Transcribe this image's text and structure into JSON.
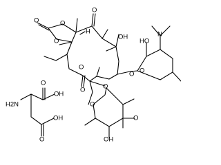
{
  "structure": {
    "main_molecule": {
      "atom_labels": {
        "carbonate_o1": "O",
        "carbonate_o2": "O",
        "carbonate_o3": "O",
        "ketone_o": "O",
        "lactone_ring_o": "O",
        "lactone_carbonyl_o": "O",
        "stereo_h": "H",
        "tertiary_oh": "OH",
        "glycoside_o_desosamine": "O",
        "glycoside_o_cladinose": "O",
        "desosamine_n": "N",
        "desosamine_oh": "HO",
        "desosamine_ring_o": "O",
        "cladinose_ring_o": "O",
        "cladinose_methoxy_o": "O",
        "cladinose_oh": "OH"
      }
    },
    "counter_ion": {
      "atom_labels": {
        "amine": "H2N",
        "acid_oh_1": "OH",
        "acid_o_1": "O",
        "acid_oh_2": "OH",
        "acid_o_2": "O"
      }
    }
  }
}
